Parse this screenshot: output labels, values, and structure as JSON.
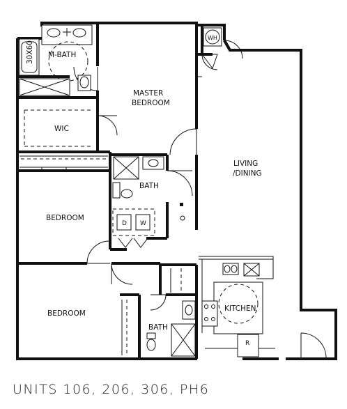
{
  "title": "UNITS 106, 206, 306, PH6",
  "rooms": {
    "m_bath": "M-BATH",
    "tub_size": "30X60",
    "master_bedroom_line1": "MASTER",
    "master_bedroom_line2": "BEDROOM",
    "wic": "WIC",
    "living_line1": "LIVING",
    "living_line2": "/DINING",
    "bath": "BATH",
    "bedroom": "BEDROOM",
    "kitchen": "KITCHEN",
    "bath2": "BATH"
  },
  "fixtures": {
    "water_heater": "WH",
    "dryer": "D",
    "washer": "W",
    "refrigerator": "R"
  }
}
